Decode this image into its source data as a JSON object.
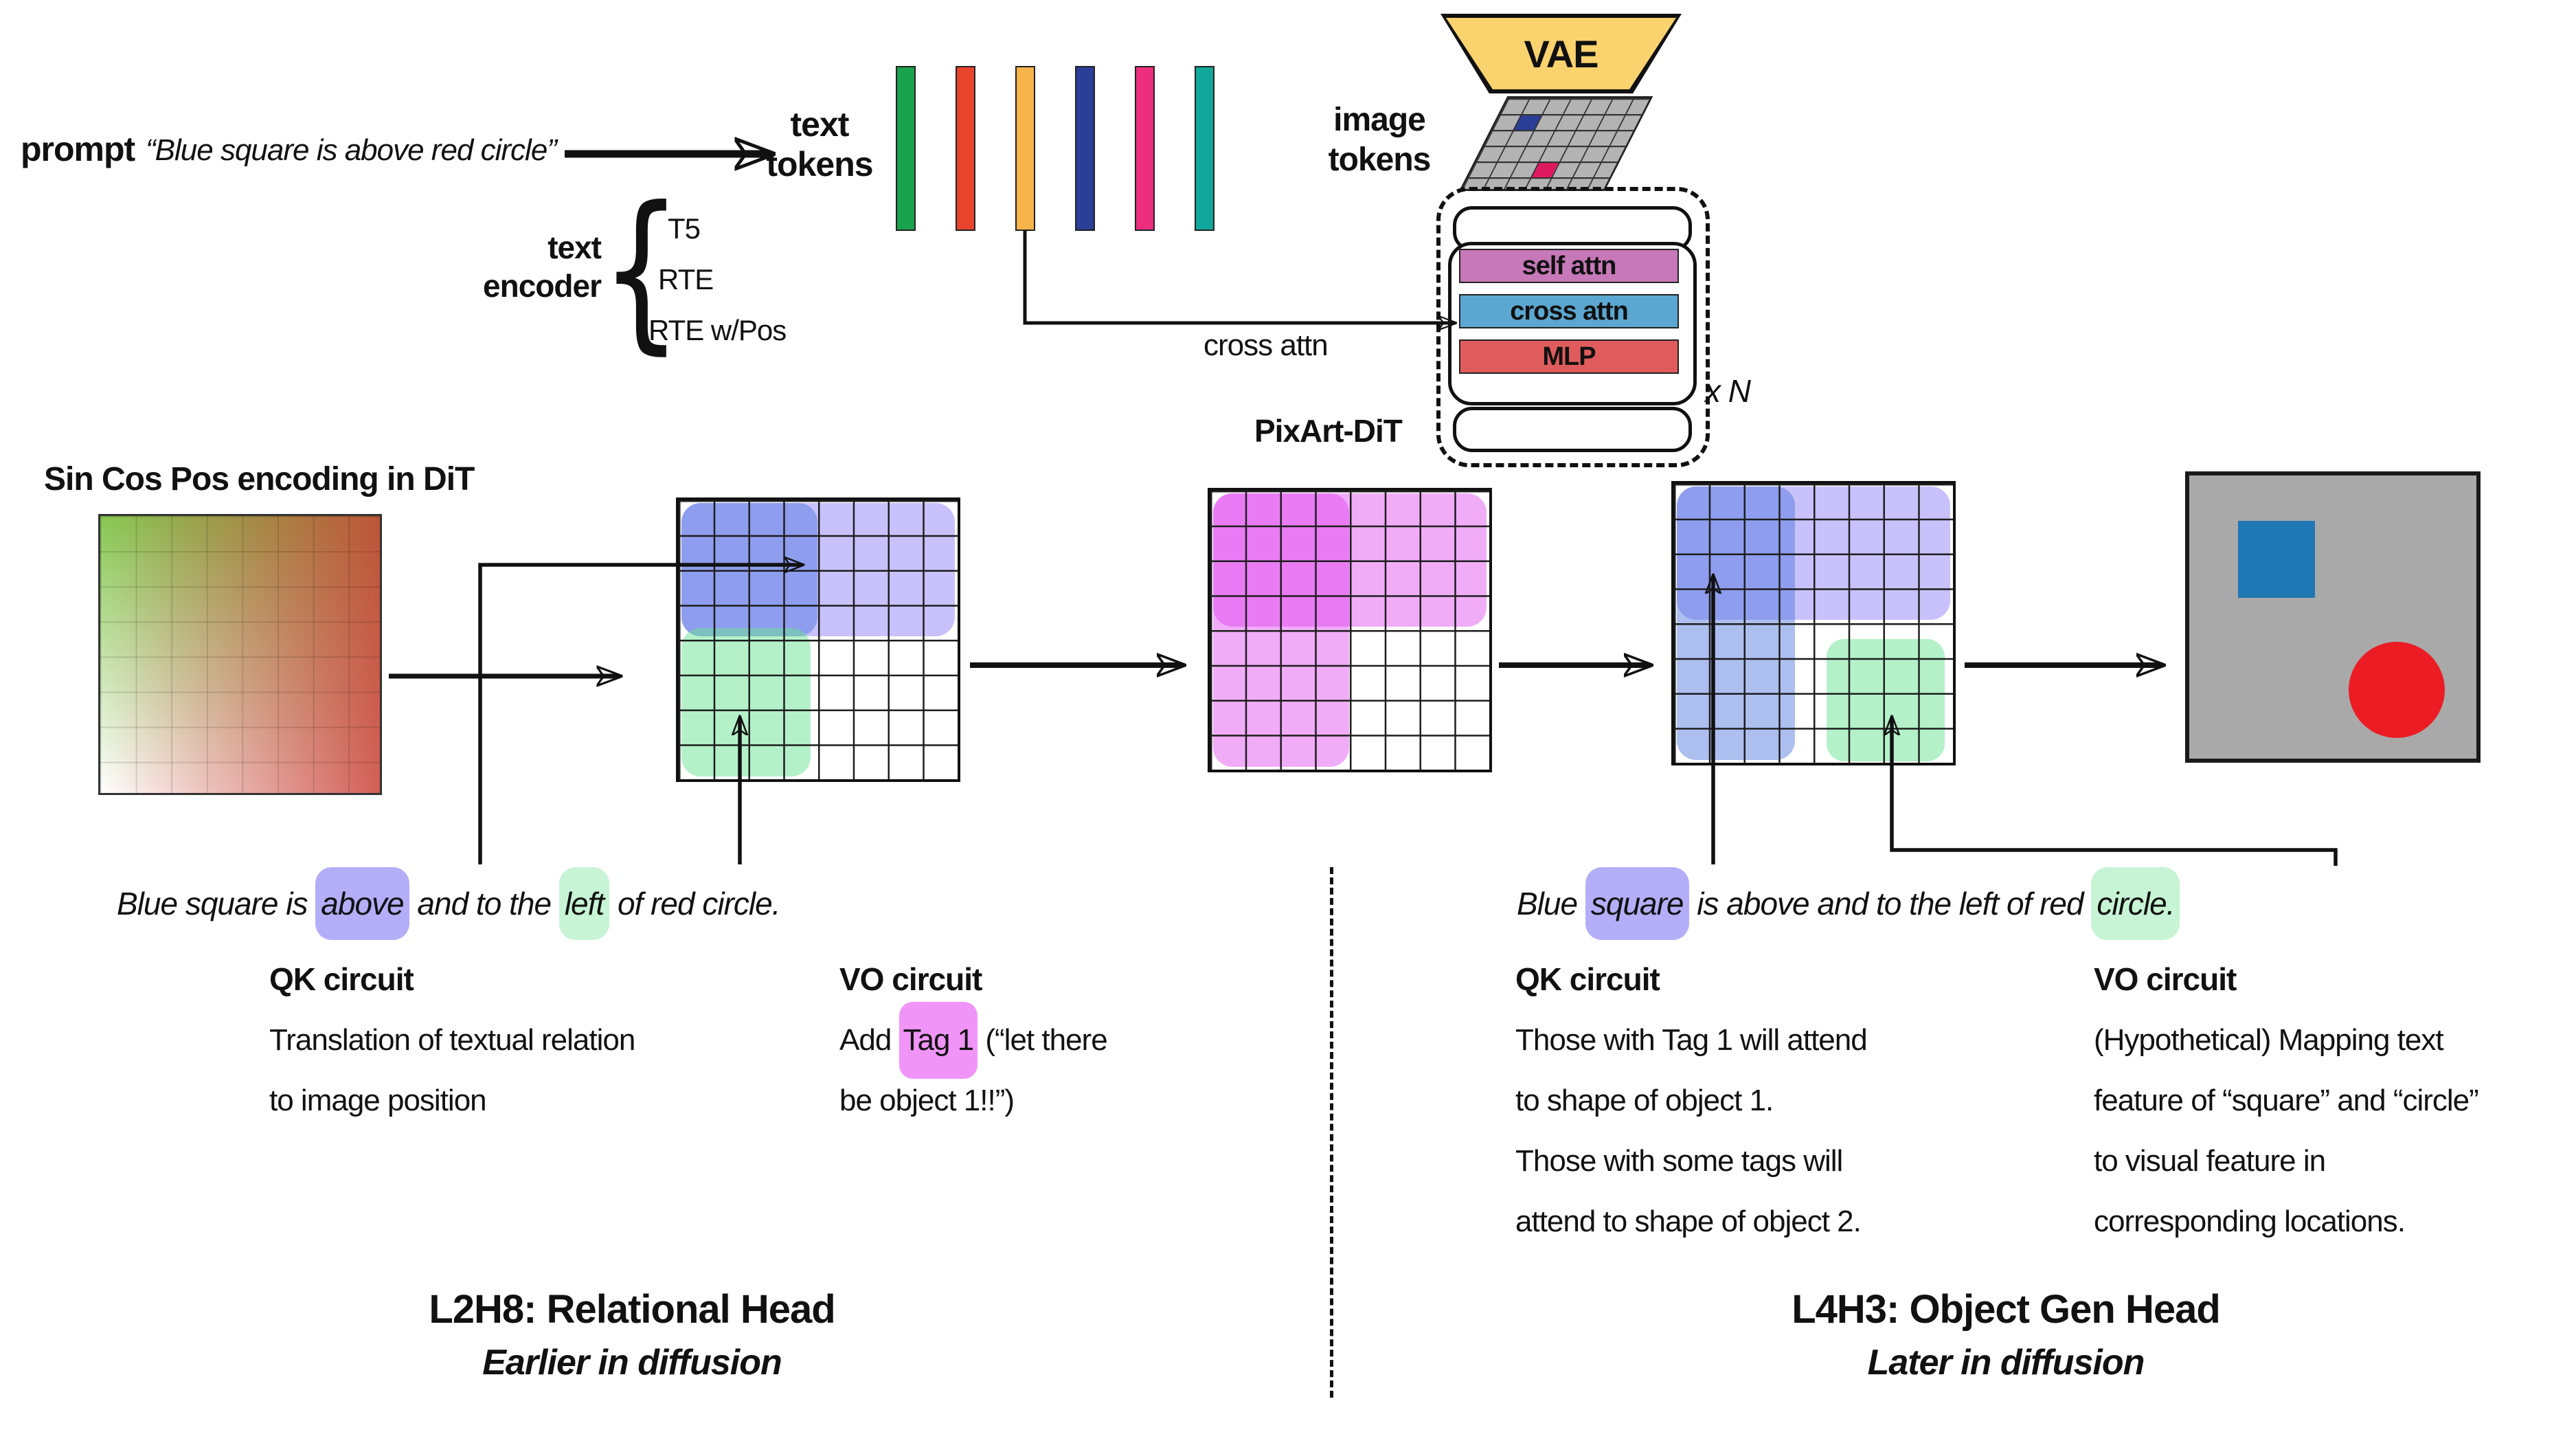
{
  "top": {
    "prompt_label": "prompt",
    "prompt_quote": "“Blue square is above red circle”",
    "text_tokens_label": {
      "line1": "text",
      "line2": "tokens"
    },
    "text_encoder": {
      "line1": "text",
      "line2": "encoder",
      "brace": "{",
      "options": [
        "T5",
        "RTE",
        "RTE w/Pos"
      ]
    },
    "vae_label": "VAE",
    "image_tokens_label": {
      "line1": "image",
      "line2": "tokens"
    },
    "dit_block": {
      "self_attn": "self attn",
      "cross_attn": "cross attn",
      "mlp": "MLP",
      "repeat": "x N",
      "name": "PixArt-DiT",
      "cross_attn_callout": "cross attn"
    }
  },
  "middle": {
    "pos_encoding_title": "Sin Cos Pos encoding in DiT"
  },
  "left_panel": {
    "sentence": {
      "pre": "Blue square is ",
      "hl1": "above",
      "mid": " and to the ",
      "hl2": "left",
      "post": " of red circle."
    },
    "qk": {
      "title": "QK circuit",
      "lines": [
        "Translation of textual relation",
        "to image position"
      ]
    },
    "vo": {
      "title": "VO circuit",
      "line1_pre": "Add ",
      "tag": "Tag 1",
      "line1_post": " (“let there",
      "line2": "be object 1!!”)"
    },
    "heading": "L2H8: Relational Head",
    "subheading": "Earlier in diffusion"
  },
  "right_panel": {
    "sentence": {
      "pre": "Blue ",
      "hl1": "square",
      "mid": " is above and to the left of red ",
      "hl2": "circle."
    },
    "qk": {
      "title": "QK circuit",
      "lines": [
        "Those with Tag 1 will attend",
        "to shape of object 1.",
        "Those with some tags will",
        "attend to shape of object 2."
      ]
    },
    "vo": {
      "title": "VO circuit",
      "lines": [
        "(Hypothetical) Mapping text",
        "feature of “square” and “circle”",
        "to visual feature in",
        "corresponding locations."
      ]
    },
    "heading": "L4H3: Object Gen Head",
    "subheading": "Later in diffusion"
  },
  "colors": {
    "token_1": "#1aa34f",
    "token_2": "#e8432d",
    "token_3": "#f6b44b",
    "token_4": "#2b3e98",
    "token_5": "#ed2e7e",
    "token_6": "#12a79b",
    "vae": "#fbd36e",
    "self_attn": "#c678b8",
    "cross_attn": "#5ba7d1",
    "mlp": "#e05c5c",
    "imgtok_blue": "#2b3e98",
    "imgtok_pink": "#e0195f",
    "overlay_violet": "rgba(132,118,246,0.45)",
    "overlay_blue": "rgba(72,112,220,0.45)",
    "overlay_green": "rgba(105,228,148,0.5)",
    "overlay_magenta": "rgba(222,58,238,0.42)",
    "hl_blue": "rgba(130,120,243,0.6)",
    "hl_green": "rgba(130,230,160,0.45)",
    "hl_tag": "rgba(232,90,242,0.65)",
    "final_bg": "#a9a9a9",
    "final_square": "#1f77b4",
    "final_circle": "#ec1c24"
  }
}
